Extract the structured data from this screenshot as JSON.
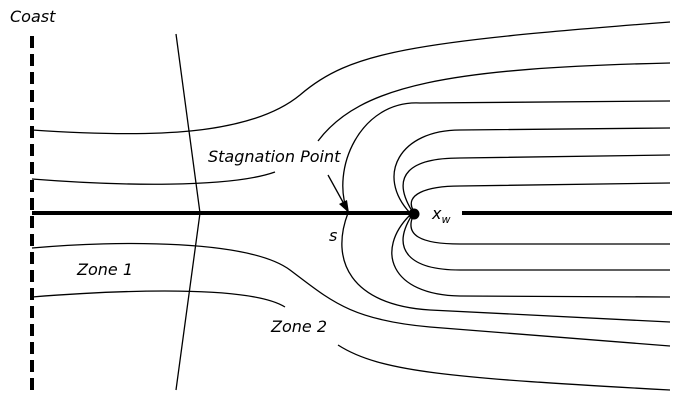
{
  "labels": {
    "coast": "Coast",
    "stagnation_point": "Stagnation Point",
    "zone1": "Zone 1",
    "zone2": "Zone 2",
    "s": "s",
    "x": "x",
    "x_sub": "w"
  },
  "colors": {
    "ink": "#000000",
    "background": "#ffffff"
  }
}
